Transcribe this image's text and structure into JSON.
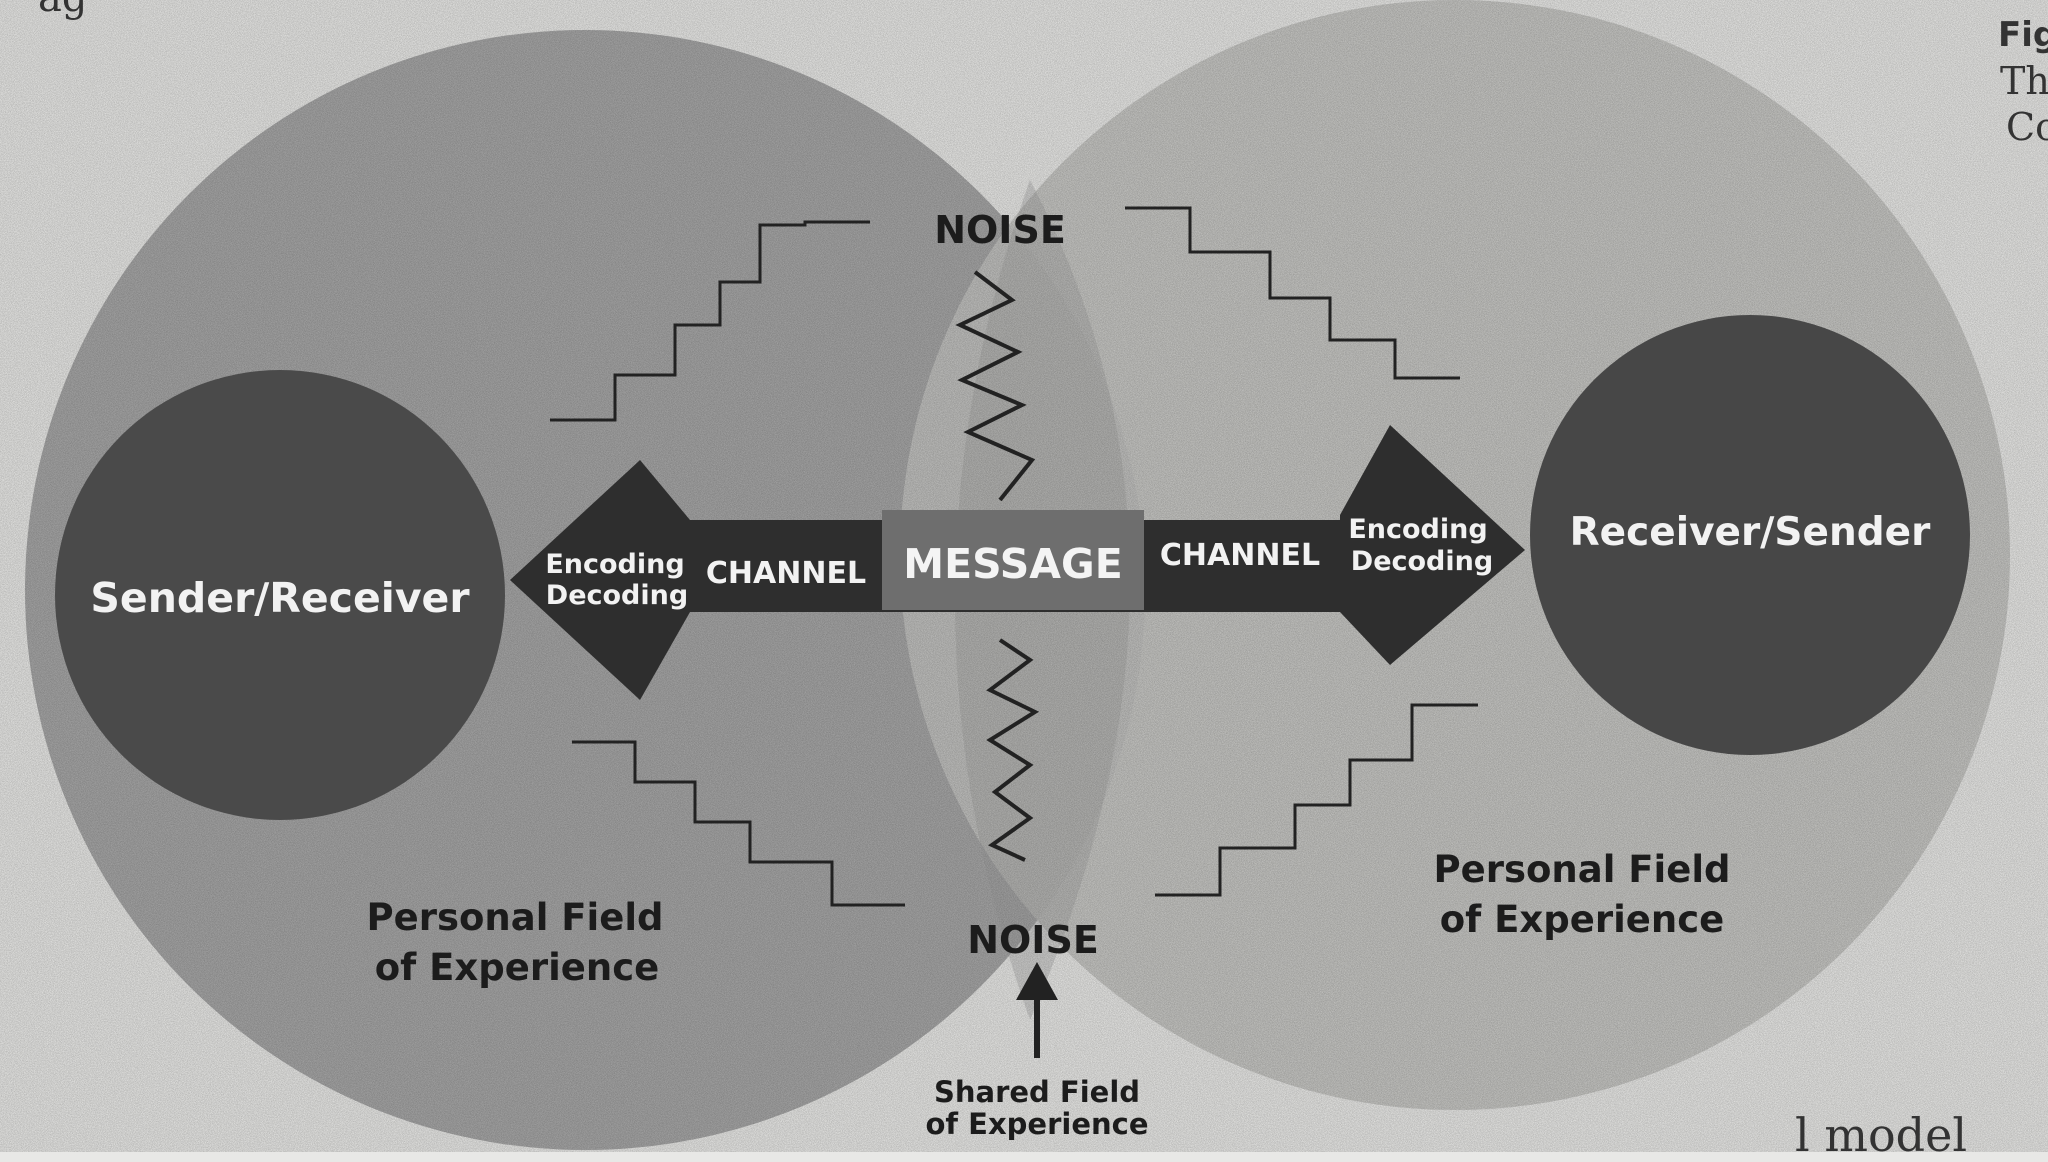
{
  "diagram": {
    "left_circle_label": "Sender/Receiver",
    "right_circle_label": "Receiver/Sender",
    "message_label": "MESSAGE",
    "left_channel_label": "CHANNEL",
    "right_channel_label": "CHANNEL",
    "left_arrow_line1": "Encoding",
    "left_arrow_line2": "Decoding",
    "right_arrow_line1": "Encoding",
    "right_arrow_line2": "Decoding",
    "noise_top": "NOISE",
    "noise_bottom": "NOISE",
    "left_field_line1": "Personal Field",
    "left_field_line2": "of Experience",
    "right_field_line1": "Personal Field",
    "right_field_line2": "of Experience",
    "shared_field_line1": "Shared Field",
    "shared_field_line2": "of Experience"
  },
  "page_margin": {
    "top_right_line1": "Fig",
    "top_right_line2": "Th",
    "top_right_line3": "Co",
    "bottom_right_text": "l model",
    "top_left_fragment": "ag"
  },
  "colors": {
    "paper": "#e8e8e6",
    "large_circle": "#a6a6a6",
    "small_circle": "#4a4a4a",
    "arrow": "#2e2e2e",
    "message_box": "#6e6e6e",
    "line": "#222222"
  }
}
